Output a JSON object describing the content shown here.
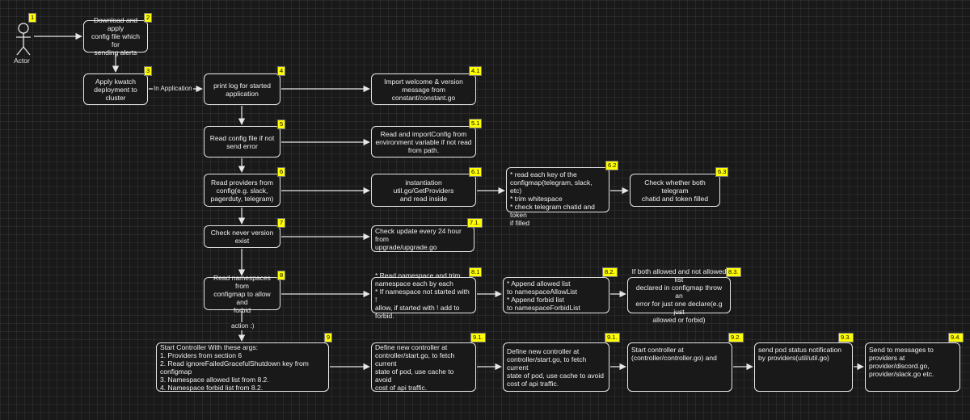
{
  "actor": {
    "label": "Actor",
    "badge": "1"
  },
  "nodes": {
    "n2": {
      "badge": "2",
      "text": "Download and apply\nconfig file which for\nsending alerts"
    },
    "n3": {
      "badge": "3",
      "text": "Apply kwatch\ndeployment to cluster"
    },
    "n4": {
      "badge": "4",
      "text": "print log for started\napplication"
    },
    "n41": {
      "badge": "4.1",
      "text": "Import welcome & version\nmessage from\nconstant/constant.go"
    },
    "n5": {
      "badge": "5",
      "text": "Read config file if not\nsend error"
    },
    "n51": {
      "badge": "5.1",
      "text": "Read and importConfig from\nenvironment variable if not read\nfrom path."
    },
    "n6": {
      "badge": "6",
      "text": "Read providers from\nconfig(e.g. slack,\npagerduty, telegram)"
    },
    "n61": {
      "badge": "6.1",
      "text": "instantiation util.go/GetProviders\nand read inside"
    },
    "n62": {
      "badge": "6.2",
      "text": "* read each key of the\nconfigmap(telegram, slack, etc)\n* trim whitespace\n* check telegram chatid and token\nif filled"
    },
    "n63": {
      "badge": "6.3",
      "text": "Check whether both telegram\nchatid and token filled"
    },
    "n7": {
      "badge": "7",
      "text": "Check never version exist"
    },
    "n71": {
      "badge": "7.1.",
      "text": "Check update every 24 hour from\nupgrade/upgrade.go"
    },
    "n8": {
      "badge": "8",
      "text": "Read namespaces from\nconfigmap to allow and\nforbid"
    },
    "n81": {
      "badge": "8.1",
      "text": "* Read namespace and trim\nnamespace each by each\n* If namespace not started with !\nallow, if started with ! add to forbid."
    },
    "n82": {
      "badge": "8.2.",
      "text": "* Append allowed list\nto namespaceAllowList\n* Append forbid list\nto namespaceForbidList"
    },
    "n83": {
      "badge": "8.3.",
      "text": "If both allowed and not allowed list\ndeclared in configmap throw an\nerror for just one declare(e.g just\nallowed or forbid)"
    },
    "n9": {
      "badge": "9",
      "text": "Start Controller With these args:\n1. Providers from section 6\n2. Read ignoreFailedGracefulShutdown key from configmap\n3. Namespace allowed list from 8.2.\n4. Namespace forbid list from 8.2."
    },
    "n91": {
      "badge": "9.1.",
      "text": "Define new controller at\ncontroller/start.go, to fetch current\nstate of pod, use cache to avoid\ncost of api traffic."
    },
    "n91b": {
      "badge": "9.1.",
      "text": "Define new controller at\ncontroller/start.go, to fetch current\nstate of pod, use cache to avoid\ncost of api traffic."
    },
    "n92": {
      "badge": "9.2.",
      "text": "Start controller at\n(controller/controller.go) and"
    },
    "n93": {
      "badge": "9.3.",
      "text": "send pod status notification\nby providers(util/util.go)"
    },
    "n94": {
      "badge": "9.4.",
      "text": "Send to messages to\nproviders at\nprovider/discord.go,\nprovider/slack.go etc."
    }
  },
  "edge_labels": {
    "in_application": "In Application",
    "action": "action :)"
  },
  "colors": {
    "background": "#191919",
    "stroke": "#e6e6e6",
    "badge": "#ffff00",
    "text": "#f0f0f0"
  }
}
